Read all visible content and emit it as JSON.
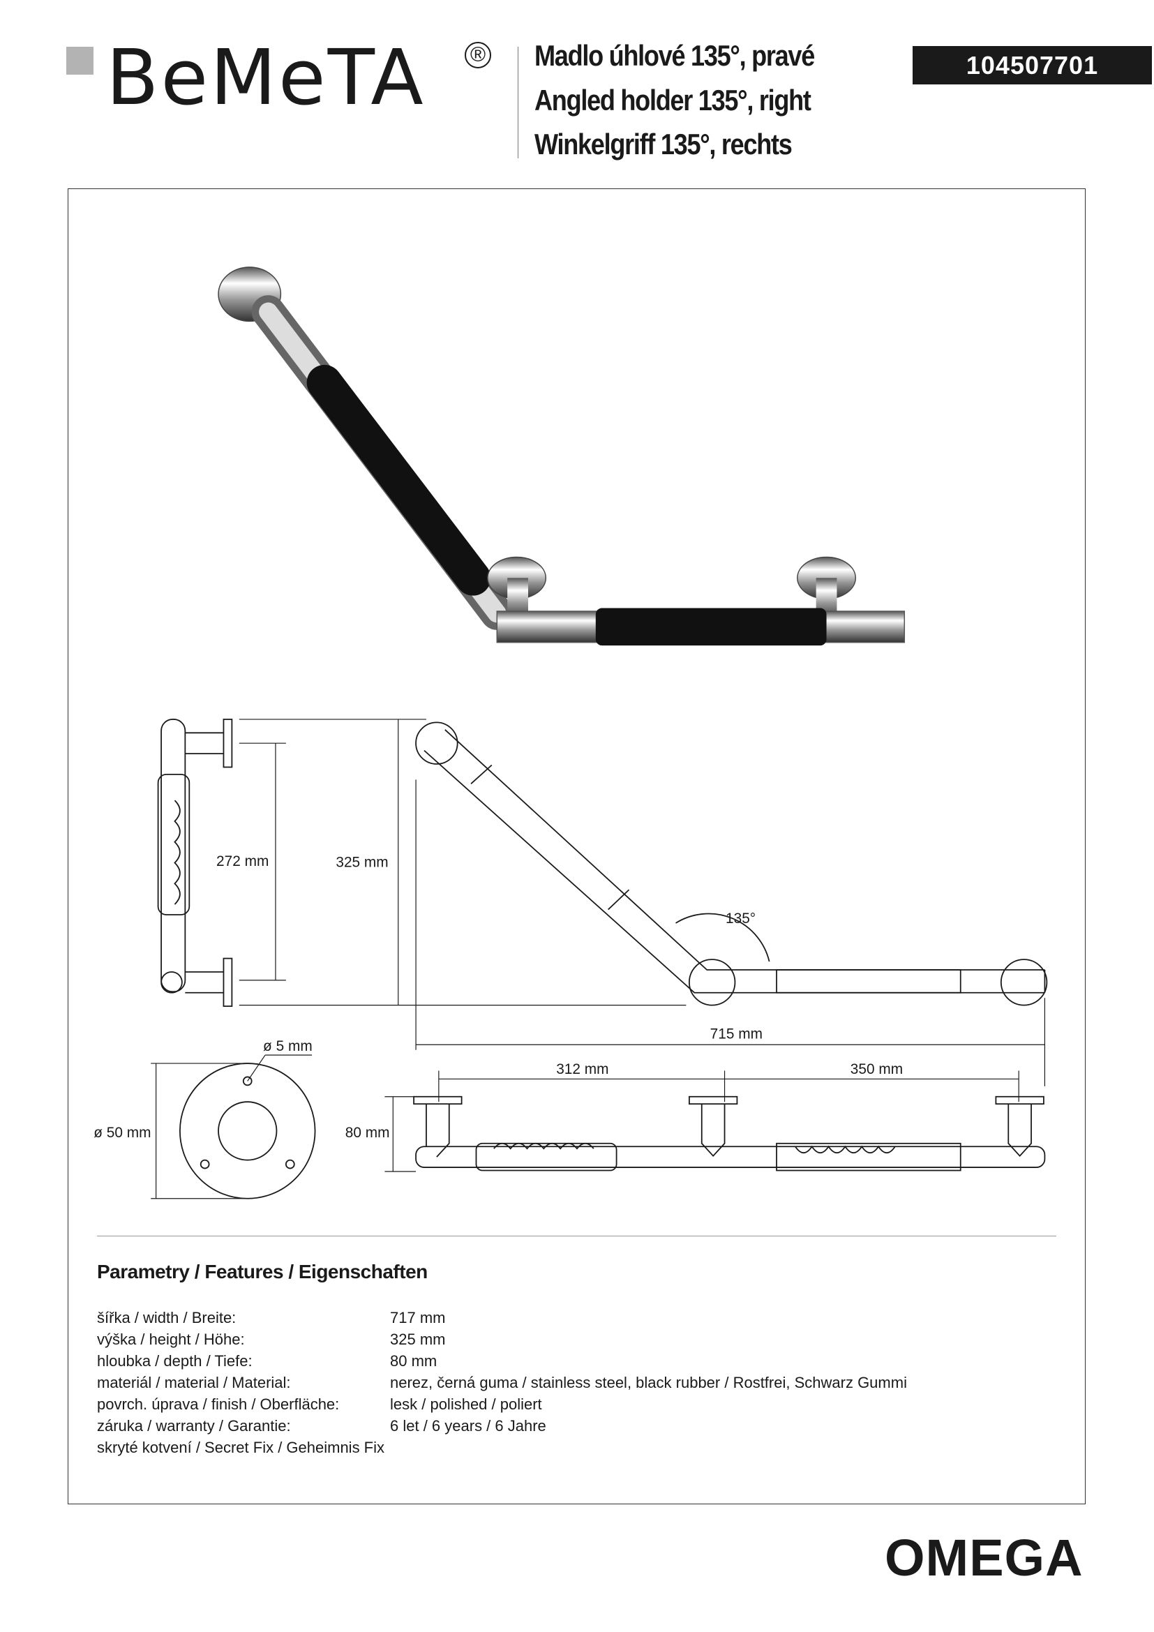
{
  "brand": {
    "logo_text": "BeMeTA",
    "registered": "®"
  },
  "titles": [
    "Madlo úhlové 135°, pravé",
    "Angled holder 135°, right",
    "Winkelgriff 135°, rechts"
  ],
  "product_code": "104507701",
  "dimensions": {
    "d272": "272 mm",
    "d325": "325 mm",
    "angle": "135°",
    "d715": "715 mm",
    "d312": "312 mm",
    "d350": "350 mm",
    "d80": "80 mm",
    "dia50": "ø 50 mm",
    "dia5": "ø 5 mm"
  },
  "features": {
    "heading": "Parametry / Features / Eigenschaften",
    "rows": [
      {
        "label": "šířka / width / Breite:",
        "value": "717 mm"
      },
      {
        "label": "výška / height / Höhe:",
        "value": "325 mm"
      },
      {
        "label": "hloubka / depth / Tiefe:",
        "value": "80 mm"
      },
      {
        "label": "materiál / material / Material:",
        "value": "nerez, černá guma / stainless steel, black rubber / Rostfrei, Schwarz Gummi"
      },
      {
        "label": "povrch. úprava / finish / Oberfläche:",
        "value": "lesk / polished / poliert"
      },
      {
        "label": "záruka / warranty / Garantie:",
        "value": "6 let / 6 years / 6 Jahre"
      },
      {
        "label": "skryté kotvení / Secret Fix / Geheimnis Fix",
        "value": ""
      }
    ]
  },
  "series": "OMEGA",
  "colors": {
    "dark": "#1a1a1a",
    "logo_gray": "#b3b3b3"
  }
}
